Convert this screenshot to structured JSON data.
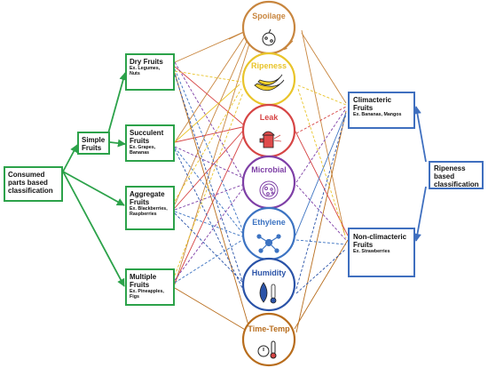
{
  "consumed": {
    "title": "Consumed parts based classification"
  },
  "simple": {
    "title": "Simple Fruits"
  },
  "dry": {
    "title": "Dry Fruits",
    "ex": "Ex. Legumes, Nuts"
  },
  "succulent": {
    "title": "Succulent Fruits",
    "ex": "Ex. Grapes, Bananas"
  },
  "aggregate": {
    "title": "Aggregate Fruits",
    "ex": "Ex. Blackberries, Raspberries"
  },
  "multiple": {
    "title": "Multiple Fruits",
    "ex": "Ex. Pineapples, Figs"
  },
  "sensors": [
    {
      "label": "Spoilage",
      "color": "#c8863f",
      "icon": "spoiled-fruit-icon"
    },
    {
      "label": "Ripeness",
      "color": "#e9c42a",
      "icon": "banana-icon"
    },
    {
      "label": "Leak",
      "color": "#d64545",
      "icon": "fire-hydrant-icon"
    },
    {
      "label": "Microbial",
      "color": "#7e3fa6",
      "icon": "petri-dish-icon"
    },
    {
      "label": "Ethylene",
      "color": "#3c73c2",
      "icon": "molecule-icon"
    },
    {
      "label": "Humidity",
      "color": "#2a53a8",
      "icon": "humidity-drop-icon"
    },
    {
      "label": "Time-Temp",
      "color": "#b86d1d",
      "icon": "timer-thermometer-icon"
    }
  ],
  "climacteric": {
    "title": "Climacteric Fruits",
    "ex": "Ex. Bananas, Mangos"
  },
  "nonclimacteric": {
    "title": "Non-climacteric Fruits",
    "ex": "Ex. Strawberries"
  },
  "ripeness_class": {
    "title": "Ripeness based classification"
  }
}
